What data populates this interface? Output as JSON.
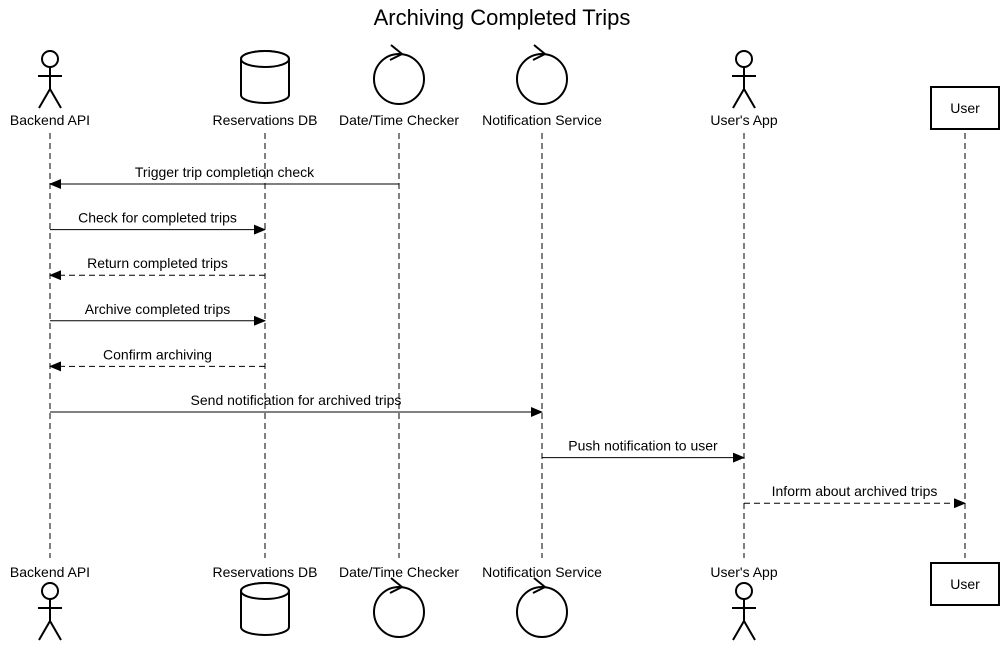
{
  "title": "Archiving Completed Trips",
  "participants": [
    {
      "id": "backend",
      "label": "Backend API",
      "kind": "actor"
    },
    {
      "id": "db",
      "label": "Reservations DB",
      "kind": "database"
    },
    {
      "id": "checker",
      "label": "Date/Time Checker",
      "kind": "control"
    },
    {
      "id": "notif",
      "label": "Notification Service",
      "kind": "control"
    },
    {
      "id": "app",
      "label": "User's App",
      "kind": "actor"
    },
    {
      "id": "user",
      "label": "User",
      "kind": "box"
    }
  ],
  "messages": [
    {
      "from": "checker",
      "to": "backend",
      "label": "Trigger trip completion check",
      "style": "solid"
    },
    {
      "from": "backend",
      "to": "db",
      "label": "Check for completed trips",
      "style": "solid"
    },
    {
      "from": "db",
      "to": "backend",
      "label": "Return completed trips",
      "style": "dashed"
    },
    {
      "from": "backend",
      "to": "db",
      "label": "Archive completed trips",
      "style": "solid"
    },
    {
      "from": "db",
      "to": "backend",
      "label": "Confirm archiving",
      "style": "dashed"
    },
    {
      "from": "backend",
      "to": "notif",
      "label": "Send notification for archived trips",
      "style": "solid"
    },
    {
      "from": "notif",
      "to": "app",
      "label": "Push notification to user",
      "style": "solid"
    },
    {
      "from": "app",
      "to": "user",
      "label": "Inform about archived trips",
      "style": "dashed"
    }
  ]
}
